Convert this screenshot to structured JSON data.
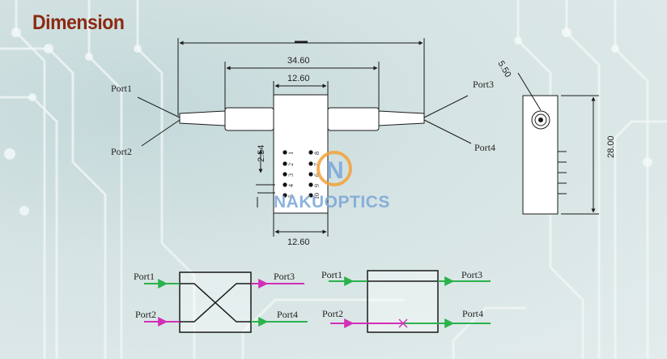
{
  "title": "Dimension",
  "dimensions": {
    "overall_length": "",
    "body_length": "34.60",
    "body_width": "12.60",
    "pin_pitch": "2.54",
    "bottom_width": "12.60",
    "diameter": "5.50",
    "height": "28.00"
  },
  "ports": {
    "port1": "Port1",
    "port2": "Port2",
    "port3": "Port3",
    "port4": "Port4"
  },
  "pin_labels": {
    "right_col": [
      "8",
      "7",
      "6"
    ],
    "left_col": [
      "1",
      "2",
      "3",
      "4",
      "5"
    ],
    "extra": [
      "9",
      "10"
    ]
  },
  "watermark": {
    "logo_letter": "N",
    "brand": "NAKUOPTICS"
  },
  "colors": {
    "title": "#8b2a12",
    "line": "#1a1a1a",
    "green": "#2bb24c",
    "magenta": "#d12fb8",
    "watermark_orange": "#f2a23a",
    "watermark_blue": "#7aa6d8"
  }
}
